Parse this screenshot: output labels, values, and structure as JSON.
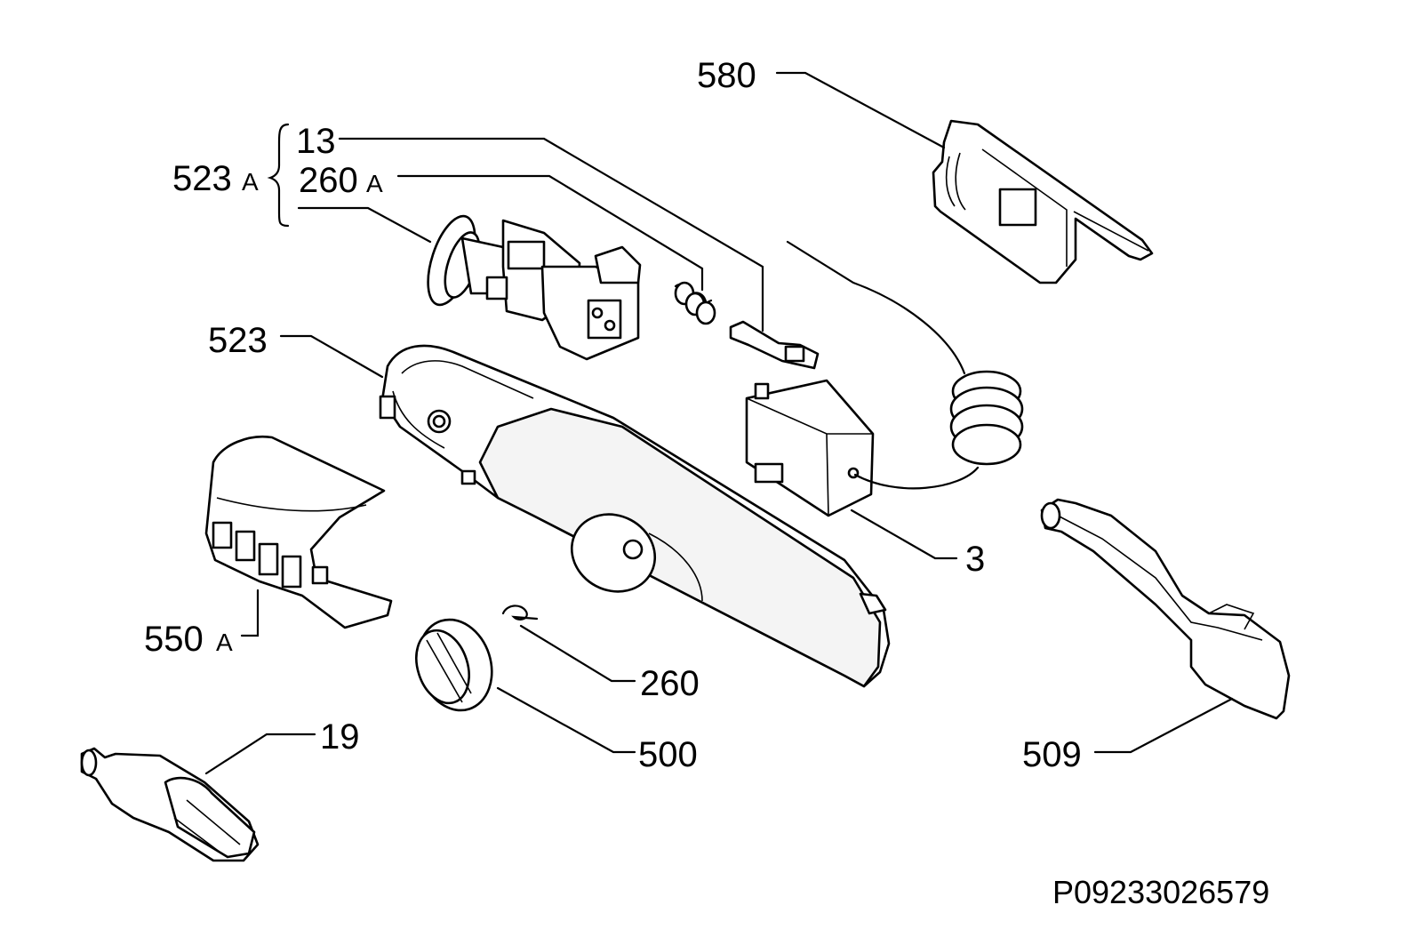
{
  "diagram": {
    "labels": {
      "l580": "580",
      "l13": "13",
      "l260A": "260",
      "l260A_suffix": "A",
      "l523A": "523",
      "l523A_suffix": "A",
      "l523": "523",
      "l550A": "550",
      "l550A_suffix": "A",
      "l3": "3",
      "l260": "260",
      "l500": "500",
      "l19": "19",
      "l509": "509"
    },
    "drawing_code": "P09233026579"
  }
}
